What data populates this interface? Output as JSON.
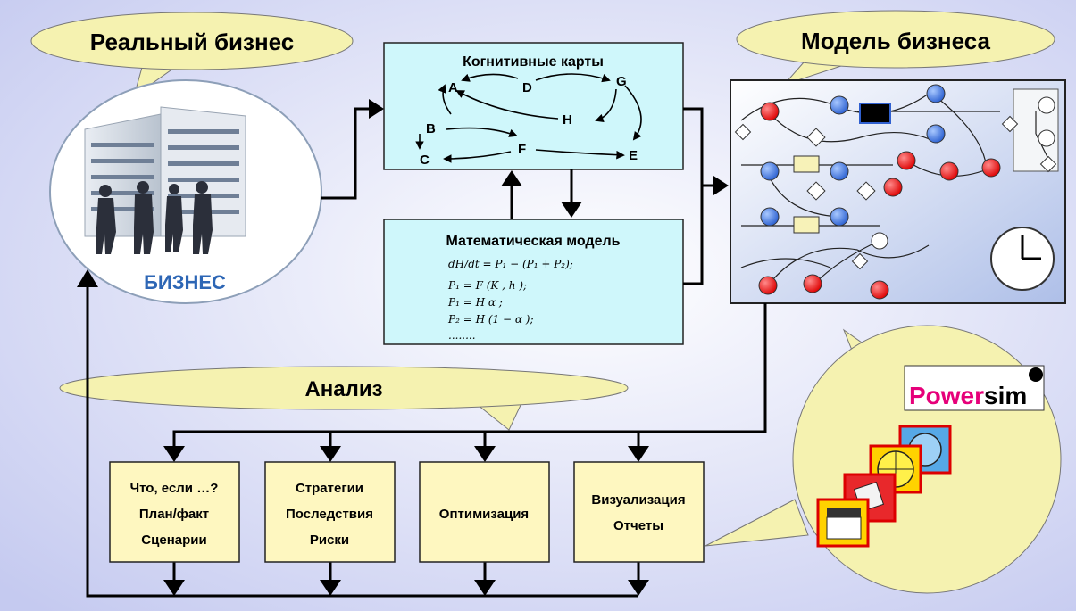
{
  "bubbles": {
    "real_business": "Реальный бизнес",
    "business_model": "Модель бизнеса",
    "analysis": "Анализ"
  },
  "business_image": {
    "caption": "БИЗНЕС"
  },
  "cognitive_map": {
    "title": "Когнитивные карты",
    "nodes": [
      "A",
      "B",
      "C",
      "D",
      "E",
      "F",
      "G",
      "H"
    ]
  },
  "math_model": {
    "title": "Математическая модель",
    "formulas": [
      "dH/dt = P₁ − (P₁ + P₂);",
      "P₁ = F (K , h );",
      "P₁ = H α ;",
      "P₂ = H (1 − α );"
    ],
    "ellipsis": "........"
  },
  "analysis_boxes": [
    {
      "lines": [
        "Что, если …?",
        "План/факт",
        "Сценарии"
      ]
    },
    {
      "lines": [
        "Стратегии",
        "Последствия",
        "Риски"
      ]
    },
    {
      "lines": [
        "Оптимизация"
      ]
    },
    {
      "lines": [
        "Визуализация",
        "Отчеты"
      ]
    }
  ],
  "logo": {
    "part1": "Power",
    "part2": "sim"
  },
  "colors": {
    "cyan_box": "#cff7fb",
    "bubble": "#f5f2b0",
    "tan_box": "#fef7c0",
    "arrow": "#000000",
    "logo_red": "#e6007a"
  }
}
